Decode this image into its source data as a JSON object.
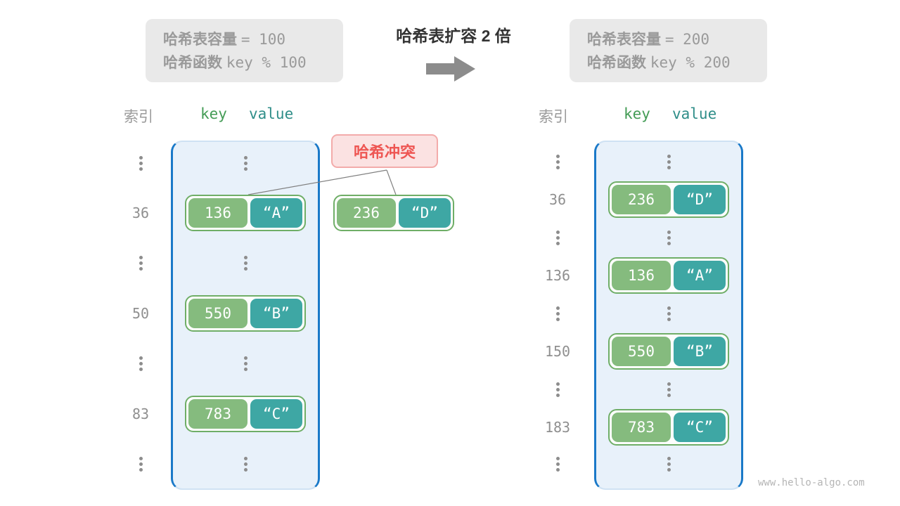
{
  "header": {
    "title": "哈希表扩容 2 倍",
    "before": {
      "capacity_label": "哈希表容量",
      "capacity_value": "=  100",
      "hash_label": "哈希函数",
      "hash_value": "key % 100"
    },
    "after": {
      "capacity_label": "哈希表容量",
      "capacity_value": "=  200",
      "hash_label": "哈希函数",
      "hash_value": "key % 200"
    }
  },
  "icons": {
    "arrow_right": "right-arrow",
    "ellipsis": "vertical-dots"
  },
  "columns": {
    "index": "索引",
    "key": "key",
    "value": "value"
  },
  "collision": {
    "label": "哈希冲突"
  },
  "left_table": {
    "entries": [
      {
        "index": "36",
        "key": "136",
        "value": "“A”"
      },
      {
        "index": "50",
        "key": "550",
        "value": "“B”"
      },
      {
        "index": "83",
        "key": "783",
        "value": "“C”"
      }
    ]
  },
  "floating_entry": {
    "key": "236",
    "value": "“D”"
  },
  "right_table": {
    "entries": [
      {
        "index": "36",
        "key": "236",
        "value": "“D”"
      },
      {
        "index": "136",
        "key": "136",
        "value": "“A”"
      },
      {
        "index": "150",
        "key": "550",
        "value": "“B”"
      },
      {
        "index": "183",
        "key": "783",
        "value": "“C”"
      }
    ]
  },
  "colors": {
    "key_chip_green": "#85bb7e",
    "value_chip_teal": "#3ea7a4",
    "pair_border_green": "#6fae67",
    "container_border_blue": "#1a79c8",
    "container_fill": "#e8f1fa",
    "collision_red": "#ee5653",
    "collision_fill": "#fbe2e2",
    "info_box_gray": "#e9e9e9",
    "muted_text_gray": "#9a9a9a",
    "header_key_green": "#449c56",
    "header_value_teal": "#2f8e89"
  },
  "watermark": "www.hello-algo.com"
}
